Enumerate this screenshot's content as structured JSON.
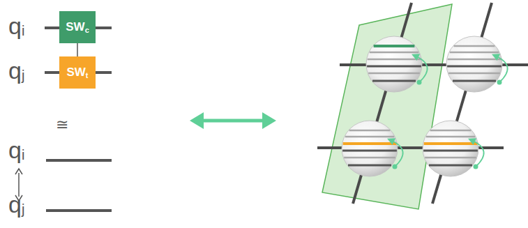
{
  "diagram": {
    "nodes": [
      {
        "text": [
          "SWc"
        ]
      },
      {
        "text": [
          "SWt"
        ]
      }
    ],
    "edges": [
      {
        "from": 0,
        "to": 1,
        "arrow": "none"
      }
    ],
    "labels": [
      "qi",
      "qj",
      "≅",
      "qi",
      "qj"
    ]
  }
}
